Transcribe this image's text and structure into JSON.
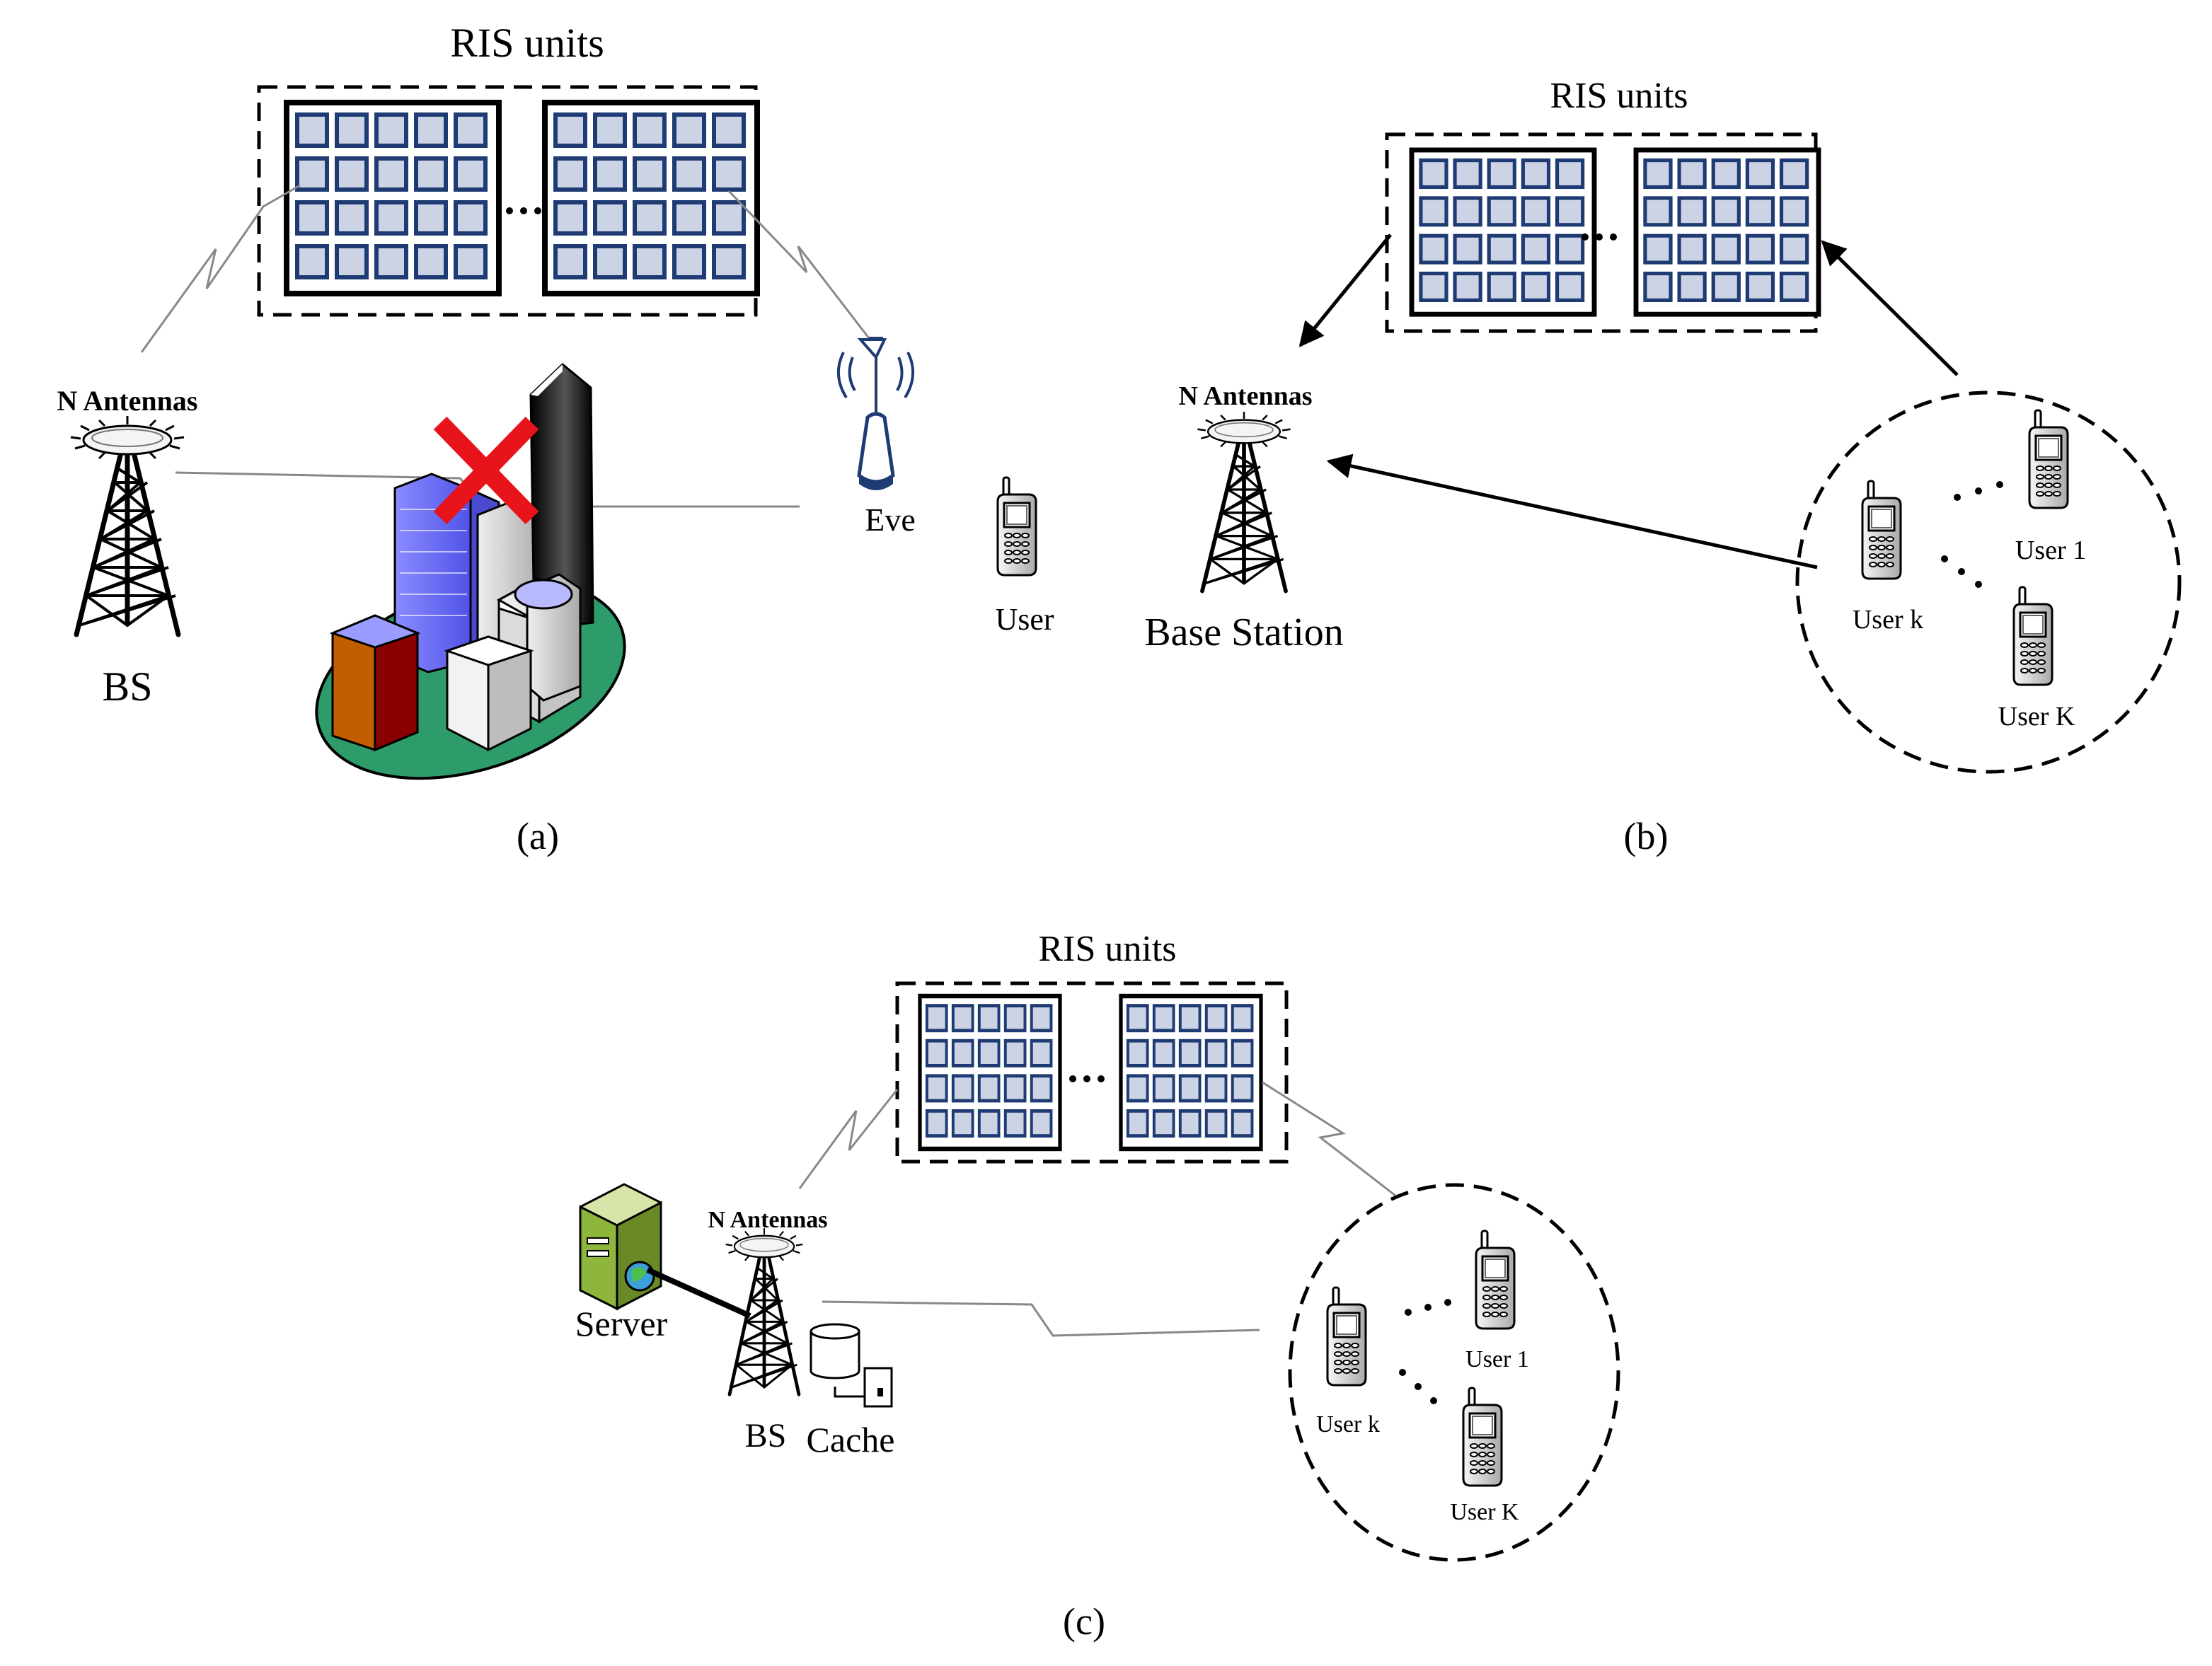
{
  "panel_a": {
    "ris_label": "RIS units",
    "antenna_label": "N Antennas",
    "bs_label": "BS",
    "eve_label": "Eve",
    "user_label": "User",
    "caption": "(a)"
  },
  "panel_b": {
    "ris_label": "RIS units",
    "antenna_label": "N Antennas",
    "bs_label": "Base Station",
    "user_1": "User 1",
    "user_k": "User k",
    "user_K": "User K",
    "caption": "(b)"
  },
  "panel_c": {
    "ris_label": "RIS units",
    "antenna_label": "N Antennas",
    "server_label": "Server",
    "bs_label": "BS",
    "cache_label": "Cache",
    "user_1": "User 1",
    "user_k": "User k",
    "user_K": "User K",
    "caption": "(c)"
  },
  "colors": {
    "ris_cell": "#1f3b73",
    "ris_cell_fill": "#ccd3e4",
    "block_x": "#e8141c",
    "island": "#2e9c6a",
    "server": "#8fb63c"
  }
}
